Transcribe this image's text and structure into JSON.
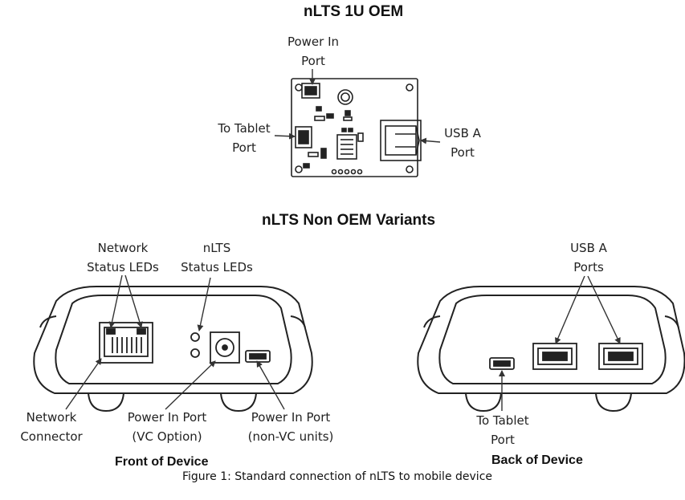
{
  "oem": {
    "title": "nLTS 1U OEM",
    "labels": {
      "power_in": [
        "Power In",
        "Port"
      ],
      "to_tablet": [
        "To Tablet",
        "Port"
      ],
      "usb_a": [
        "USB A",
        "Port"
      ]
    }
  },
  "non_oem": {
    "title": "nLTS Non OEM Variants",
    "front": {
      "caption": "Front of Device",
      "labels": {
        "network_leds": [
          "Network",
          "Status LEDs"
        ],
        "nlts_leds": [
          "nLTS",
          "Status LEDs"
        ],
        "network_connector": [
          "Network",
          "Connector"
        ],
        "power_vc": [
          "Power In Port",
          "(VC Option)"
        ],
        "power_nonvc": [
          "Power In Port",
          "(non-VC units)"
        ]
      }
    },
    "back": {
      "caption": "Back of Device",
      "labels": {
        "usb_ports": [
          "USB A",
          "Ports"
        ],
        "to_tablet": [
          "To Tablet",
          "Port"
        ]
      }
    }
  },
  "figure_caption": "Figure 1: Standard connection of nLTS to mobile device"
}
